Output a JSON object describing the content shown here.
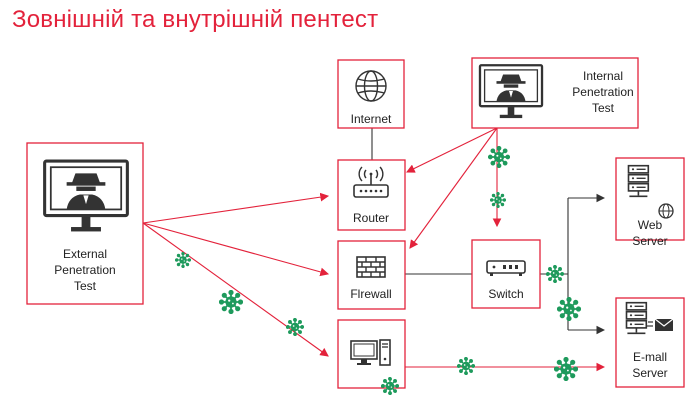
{
  "title": "Зовнішній та внутрішній пентест",
  "nodes": {
    "external": [
      "External",
      "Penetration",
      "Test"
    ],
    "internet": "Internet",
    "router": "Router",
    "firewall": "Flrewall",
    "switch": "Switch",
    "internal": [
      "Internal",
      "Penetration",
      "Test"
    ],
    "web_server": [
      "Web",
      "Server"
    ],
    "email_server": [
      "E-mall",
      "Server"
    ]
  },
  "colors": {
    "accent": "#e3223b",
    "virus": "#1e9a5c",
    "line": "#333333"
  },
  "icons": [
    "hacker-monitor-icon",
    "globe-icon",
    "router-icon",
    "brick-wall-icon",
    "network-switch-icon",
    "desktop-computer-icon",
    "server-icon",
    "virus-icon"
  ]
}
